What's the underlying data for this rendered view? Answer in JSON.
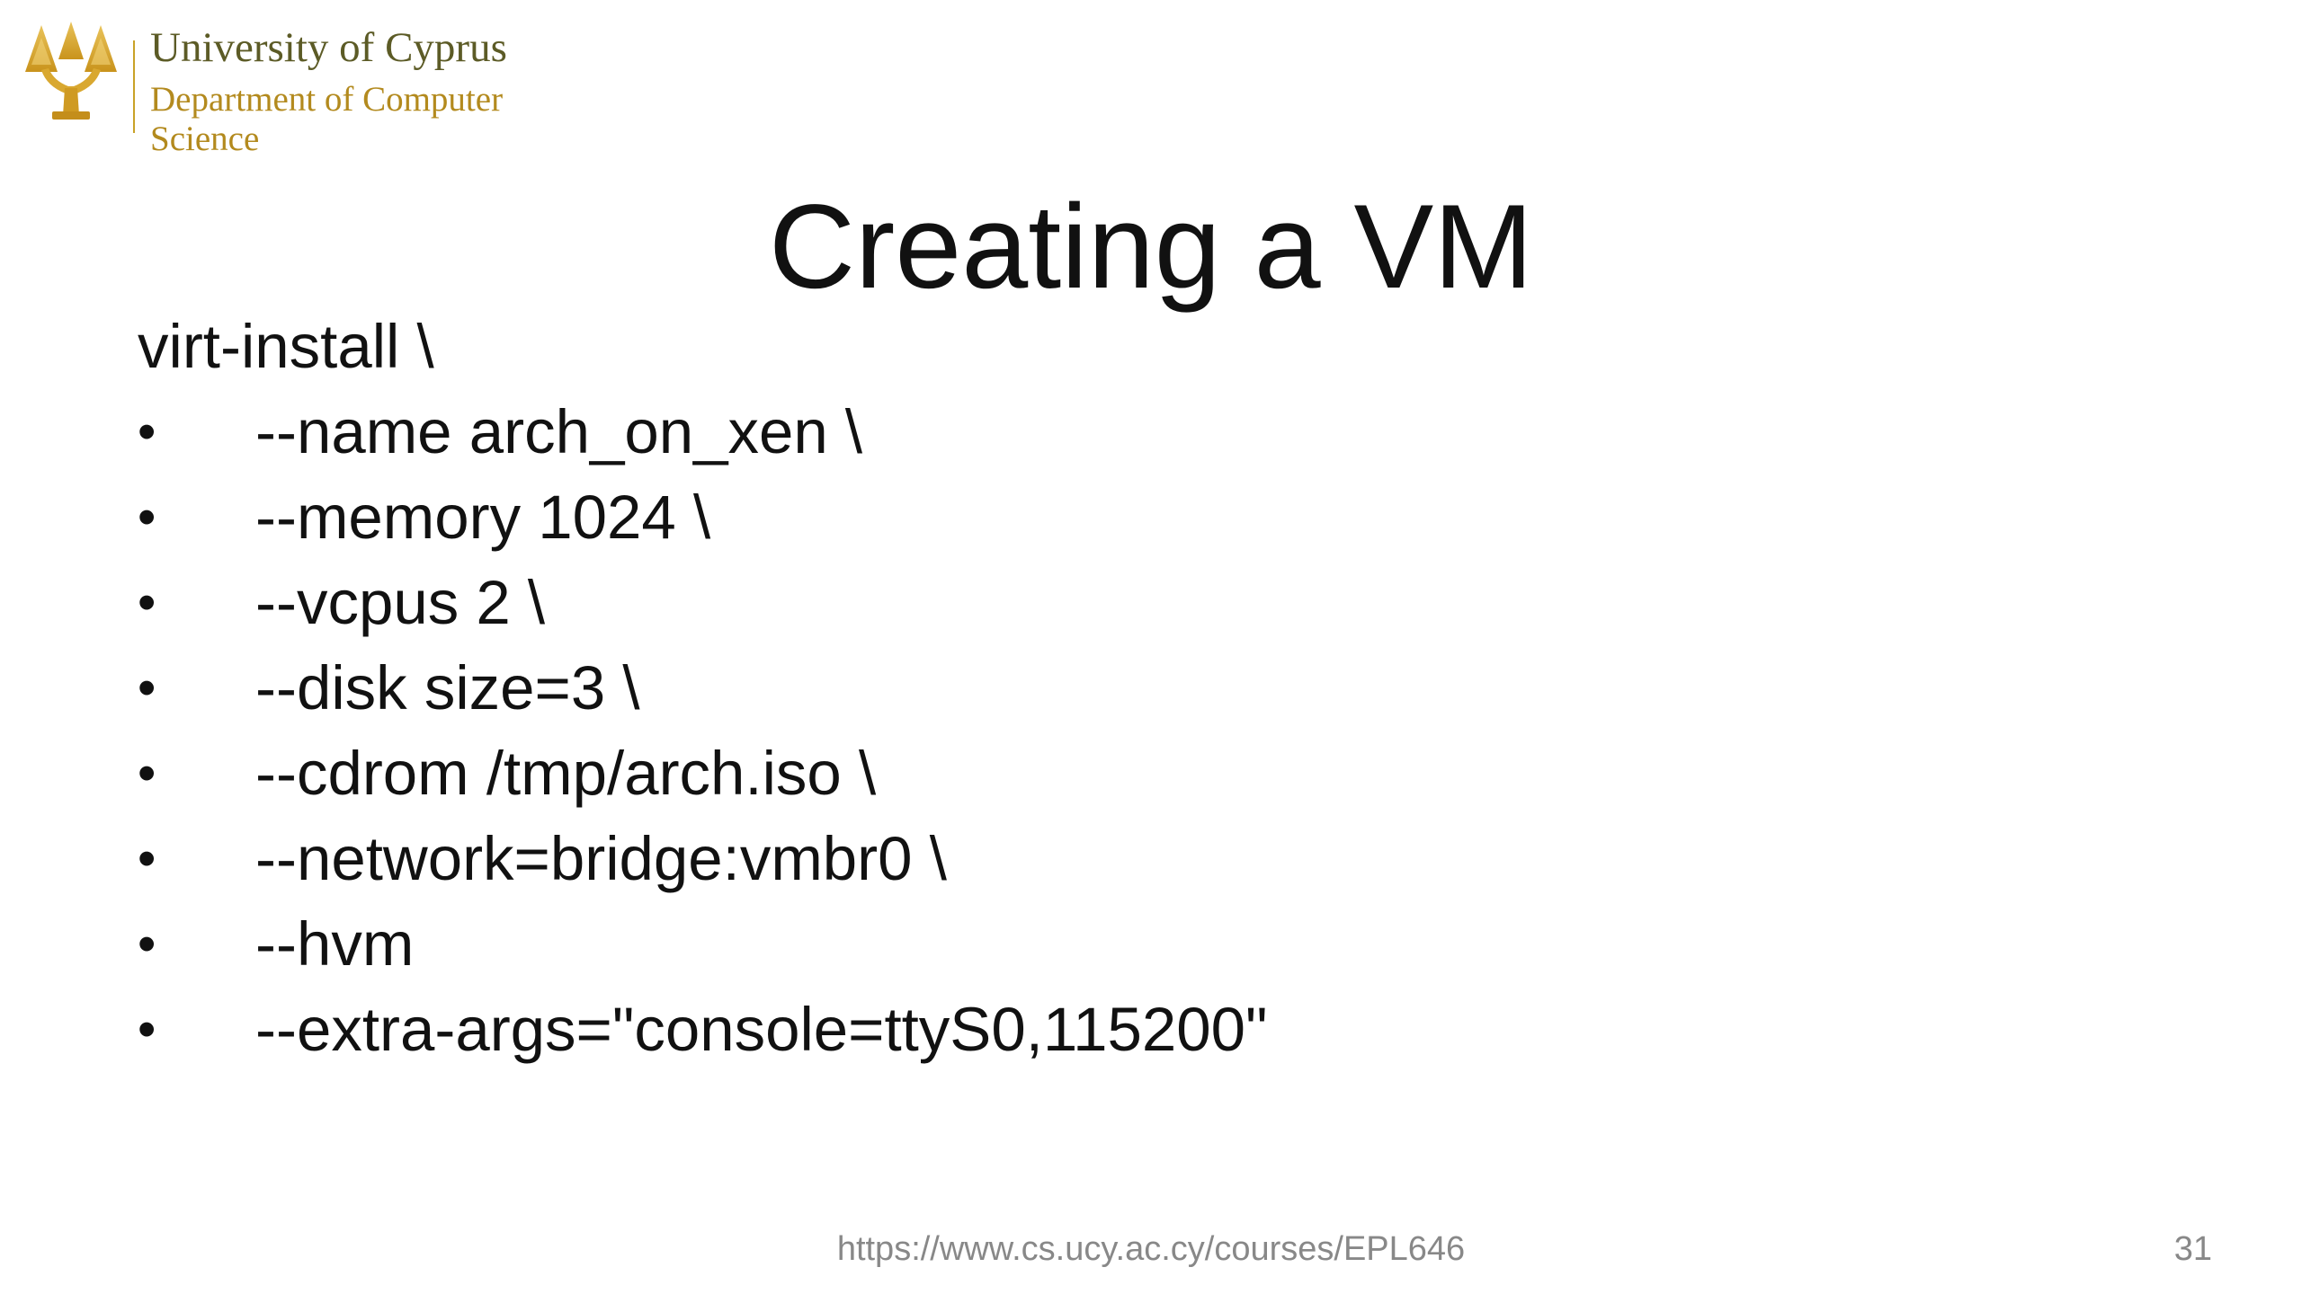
{
  "logo": {
    "university": "University of Cyprus",
    "department": "Department of Computer Science",
    "emblem_icon": "cypress-tree-emblem",
    "colors": {
      "university_text": "#5c5b26",
      "department_text": "#b38a1e",
      "emblem": "#d9a830"
    }
  },
  "slide": {
    "title": "Creating a VM",
    "command": "virt-install \\",
    "options": [
      "--name arch_on_xen \\",
      "--memory 1024 \\",
      "--vcpus 2 \\",
      "--disk size=3 \\",
      "--cdrom /tmp/arch.iso \\",
      "--network=bridge:vmbr0 \\",
      "--hvm",
      "--extra-args=\"console=ttyS0,115200\""
    ],
    "bullet": "•"
  },
  "footer": {
    "url": "https://www.cs.ucy.ac.cy/courses/EPL646",
    "page_number": "31"
  }
}
